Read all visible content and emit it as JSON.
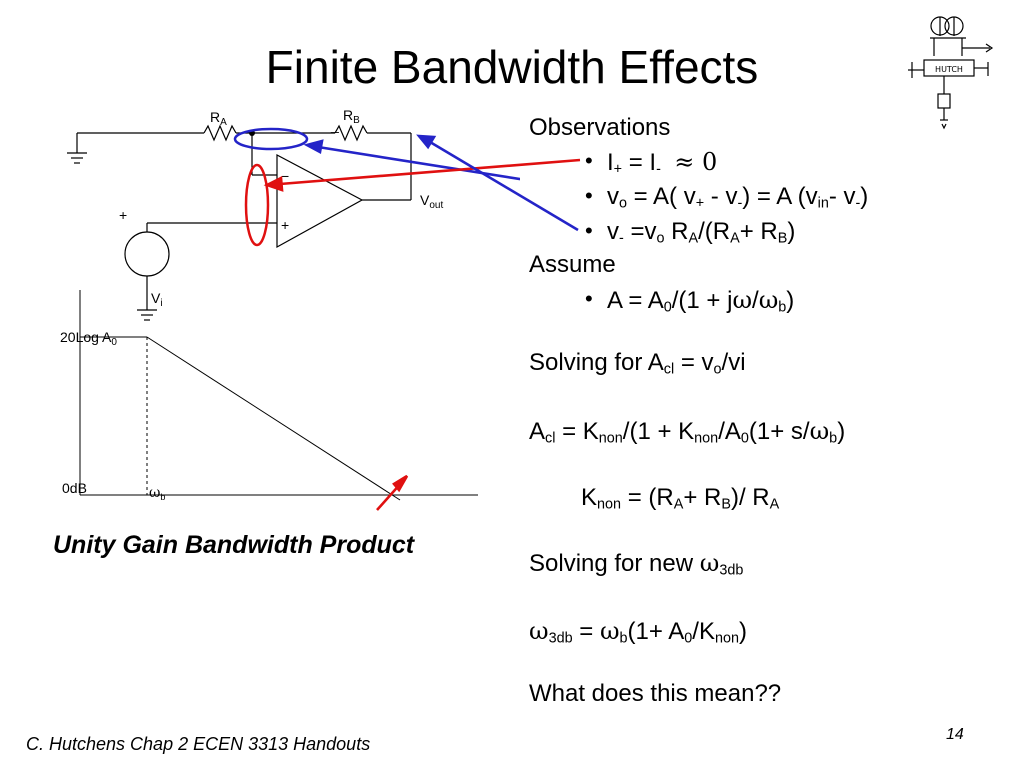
{
  "title": "Finite Bandwidth Effects",
  "observations": {
    "heading": "Observations",
    "bullet1": {
      "I": "I",
      "plus": "+",
      "eq": " =  I",
      "minus": "-",
      "approx": "≈ 0"
    },
    "bullet2": {
      "v": "v",
      "o": "o",
      "p1": " = A( v",
      "plus": "+",
      "p2": " - v",
      "minus": "-",
      "p3": ") = A (v",
      "in": "in",
      "p4": "- v",
      "minus2": "-",
      "p5": ")"
    },
    "bullet3": {
      "v": "v",
      "minus": "-",
      "p1": " =v",
      "o": "o",
      "p2": " R",
      "A1": "A",
      "p3": "/(R",
      "A2": "A",
      "p4": "+ R",
      "B": "B",
      "p5": ")"
    }
  },
  "assume": {
    "heading": "Assume",
    "bullet": {
      "p1": "A = A",
      "zero": "0",
      "p2": "/(1 + j",
      "omega": "ω",
      "slash": "/",
      "omega2": "ω",
      "b": "b",
      "p3": ")"
    }
  },
  "solving_acl": {
    "p1": "Solving for A",
    "cl": "cl",
    "p2": " = v",
    "o": "o",
    "p3": "/vi"
  },
  "acl_eq": {
    "A": "A",
    "cl": "cl",
    "p1": " = K",
    "non1": "non",
    "p2": "/(1 + K",
    "non2": "non",
    "p3": "/A",
    "zero": "0",
    "p4": "(1+ s/",
    "omega": "ω",
    "b": "b",
    "p5": ")"
  },
  "knon_eq": {
    "K": "K",
    "non": "non",
    "p1": " = (R",
    "A1": "A",
    "p2": "+ R",
    "B": "B",
    "p3": ")/ R",
    "A2": "A"
  },
  "solving_w3db": {
    "p1": "Solving for new ",
    "omega": "ω",
    "sub": "3db"
  },
  "w3db_eq": {
    "omega": "ω",
    "sub": "3db",
    "p1": " = ",
    "omega2": "ω",
    "b": "b",
    "p2": "(1+ A",
    "zero": "0",
    "p3": "/K",
    "non": "non",
    "p4": ")"
  },
  "question": "What does this mean??",
  "diagram": {
    "ra": "R",
    "ra_sub": "A",
    "rb": "R",
    "rb_sub": "B",
    "vout": "V",
    "vout_sub": "out",
    "vi": "V",
    "vi_sub": "i",
    "minus_sign": "−",
    "plus_sign": "+",
    "src_plus": "+",
    "gain_label": "20Log A",
    "gain_sub": "0",
    "zero_db": "0dB",
    "omega_b": "ω",
    "omega_b_sub": "b",
    "logo_text": "HUTCH"
  },
  "caption": "Unity Gain Bandwidth Product",
  "footer": "C. Hutchens Chap 2 ECEN 3313 Handouts",
  "page_number": "14",
  "colors": {
    "red_annotation": "#e01010",
    "blue_annotation": "#2424c8"
  }
}
